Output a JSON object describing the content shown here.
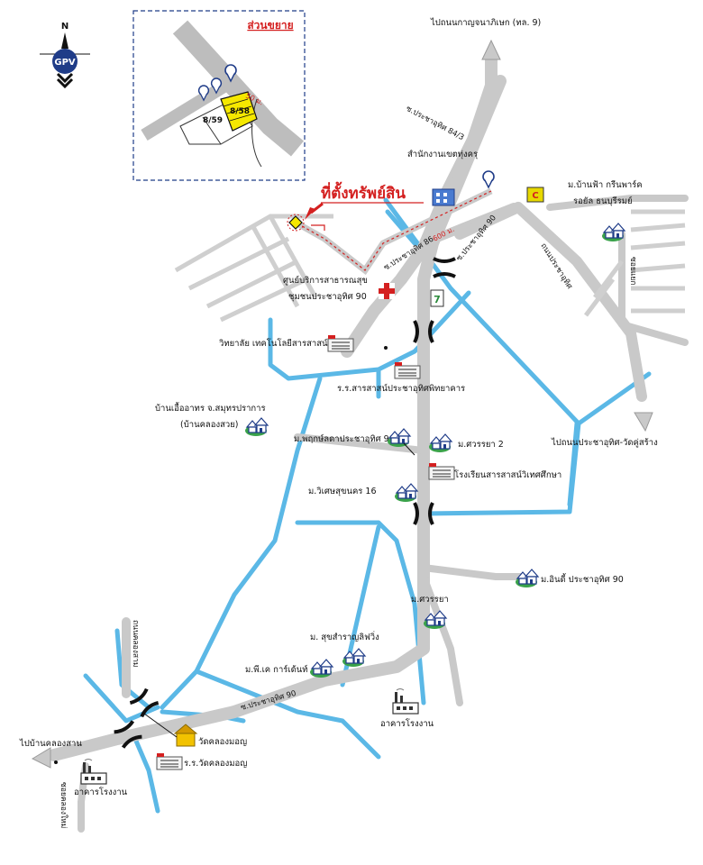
{
  "map": {
    "brand": "GPV",
    "compass_north": "N",
    "inset": {
      "title": "ส่วนขยาย",
      "lot_subject": "8/58",
      "lot_neighbor": "8/59",
      "distance": "50 ม."
    },
    "property_label": "ที่ตั้งทรัพย์สิน",
    "property_distance": "600 ม.",
    "colors": {
      "road": "#c9c9c9",
      "water": "#5bb8e6",
      "accent_red": "#d42020",
      "subject_lot": "#f5e800"
    },
    "roads": {
      "soi_84_3": "ซ.ประชาอุทิศ 84/3",
      "soi_86": "ซ.ประชาอุทิศ 86",
      "soi_90_top": "ซ.ประชาอุทิศ 90",
      "soi_90_bottom": "ซ.ประชาอุทิศ 90",
      "road_main_right": "ถนนประชาอุทิศ",
      "soi_right_small": "ซอยแยก",
      "road_left_vertical": "ถนนคลองสาม",
      "road_bottom_left_vertical": "ซอยคลองใหม่"
    },
    "destinations": {
      "kanchana": "ไปถนนกาญจนาภิเษก (ทล. 9)",
      "pracha_uthit": "ไปถนนประชาอุทิศ-วัดคู่สร้าง",
      "khlong_san": "ไปบ้านคลองสาน"
    },
    "landmarks": {
      "district_office": "สำนักงานเขตทุ่งครุ",
      "village_banfah_1": "ม.บ้านฟ้า กรีนพาร์ค",
      "village_banfah_2": "รอยัล ธนบุรีรมย์",
      "health_center_1": "ศูนย์บริการสาธารณสุข",
      "health_center_2": "ชุมชนประชาอุทิศ 90",
      "college": "วิทยาลัย เทคโนโลยีสารสาสน์",
      "school_sarasas": "ร.ร.สารสาสน์ประชาอุทิศพิทยาคาร",
      "elderly_home_1": "บ้านเอื้ออาทร จ.สมุทรปราการ",
      "elderly_home_2": "(บ้านคลองสวย)",
      "village_prueksa": "ม.พฤกษ์ลดาประชาอุทิศ 90",
      "village_sawanya2": "ม.ศวรรยา 2",
      "school_wittaya": "โรงเรียนสารสาสน์วิเทศศึกษา",
      "village_wisetsuk": "ม.วิเศษสุขนคร 16",
      "village_indy": "ม.อินดี้ ประชาอุทิศ 90",
      "village_sawanya": "ม.ศวรรยา",
      "village_suk": "ม. สุขสำราญลิฟวิ่ง",
      "village_pk": "ม.พี.เค การ์เด้นท์",
      "factory_1": "อาคารโรงงาน",
      "factory_2": "อาคารโรงงาน",
      "temple": "วัดคลองมอญ",
      "school_temple": "ร.ร.วัดคลองมอญ"
    }
  }
}
